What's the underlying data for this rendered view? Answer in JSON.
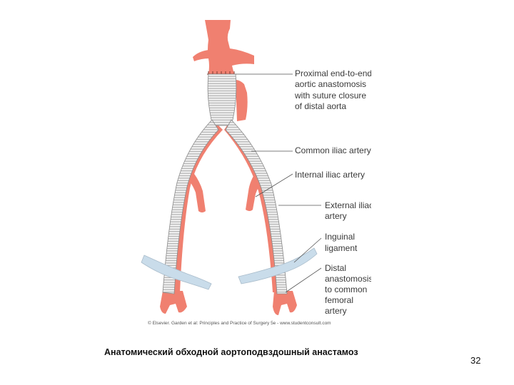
{
  "colors": {
    "artery": "#f08070",
    "artery_dark": "#d86050",
    "graft": "#f2f2f2",
    "graft_ring": "#9a9a9a",
    "ligament": "#c9dcea",
    "leader": "#555555"
  },
  "labels": {
    "proximal": [
      "Proximal end-to-end",
      "aortic anastomosis",
      "with suture closure",
      "of distal aorta"
    ],
    "common_iliac": [
      "Common iliac artery"
    ],
    "internal_iliac": [
      "Internal iliac artery"
    ],
    "external_iliac": [
      "External iliac",
      "artery"
    ],
    "inguinal": [
      "Inguinal",
      "ligament"
    ],
    "distal": [
      "Distal",
      "anastomosis",
      "to common",
      "femoral",
      "artery"
    ]
  },
  "credit": "© Elsevier. Garden et al: Principles and Practice of Surgery 5e - www.studentconsult.com",
  "caption": "Анатомический обходной аортоподвздошный анастамоз",
  "page_number": "32"
}
